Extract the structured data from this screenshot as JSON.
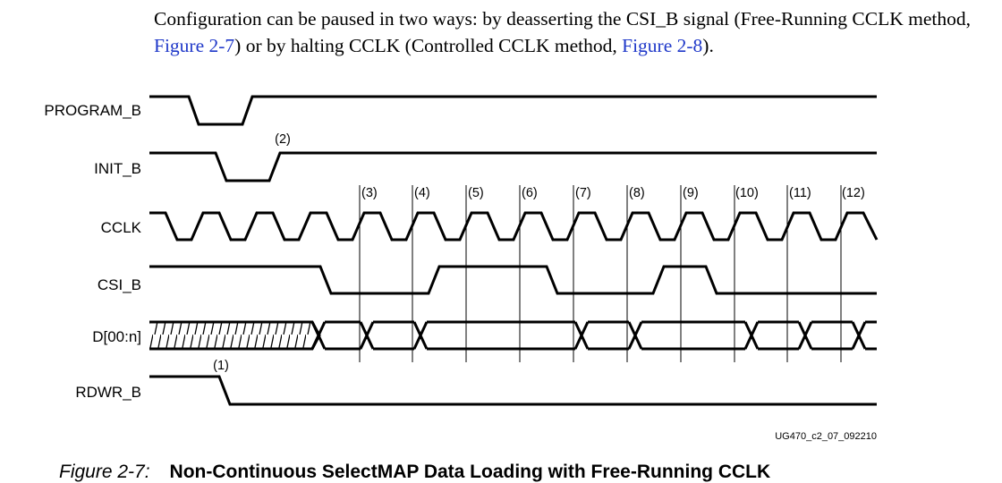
{
  "intro": {
    "part1": "Configuration can be paused in two ways: by deasserting the CSI_B signal (Free-Running CCLK method, ",
    "link1": "Figure 2-7",
    "part2": ") or by halting CCLK (Controlled CCLK method, ",
    "link2": "Figure 2-8",
    "part3": ")."
  },
  "signals": {
    "program_b": "PROGRAM_B",
    "init_b": "INIT_B",
    "cclk": "CCLK",
    "csi_b": "CSI_B",
    "data": "D[00:n]",
    "rdwr_b": "RDWR_B"
  },
  "notes": {
    "n1": "(1)",
    "n2": "(2)",
    "markers": [
      "(3)",
      "(4)",
      "(5)",
      "(6)",
      "(7)",
      "(8)",
      "(9)",
      "(10)",
      "(11)",
      "(12)"
    ]
  },
  "figure_code": "UG470_c2_07_092210",
  "caption": {
    "number": "Figure 2-7:",
    "title": "Non-Continuous SelectMAP Data Loading with Free-Running CCLK"
  },
  "colors": {
    "link": "#1f38c9",
    "line": "#000000"
  }
}
